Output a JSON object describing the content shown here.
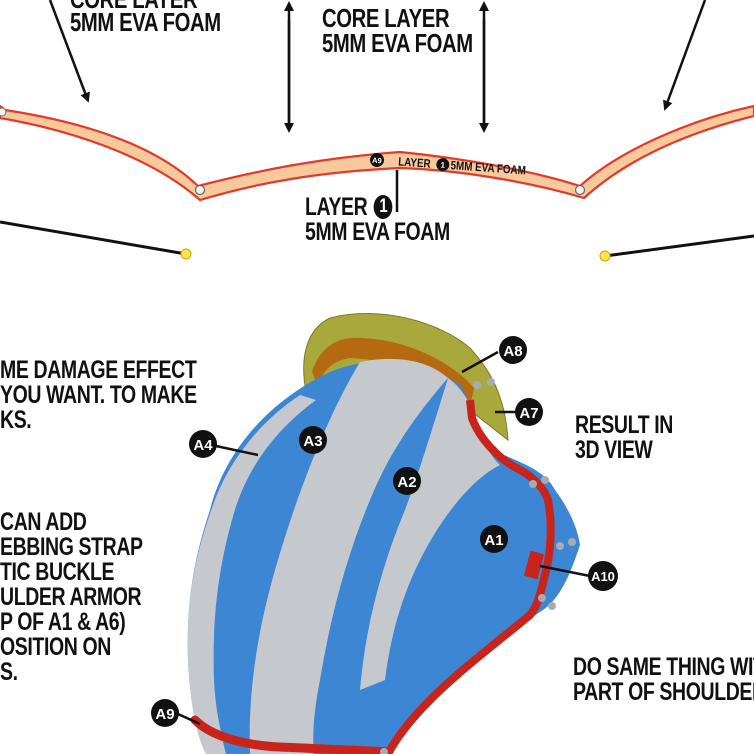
{
  "top_labels": {
    "left_line1": "CORE LAYER",
    "left_line2": "5MM EVA FOAM",
    "center_line1": "CORE LAYER",
    "center_line2": "5MM EVA FOAM"
  },
  "strip_label": {
    "badge": "A9",
    "text_before": "LAYER",
    "number": "1",
    "text_after": "5MM EVA FOAM"
  },
  "layer_label": {
    "line1": "LAYER",
    "number": "1",
    "line2": "5MM EVA FOAM"
  },
  "left_notes": {
    "note1": [
      "ME DAMAGE EFFECT",
      "YOU WANT. TO MAKE",
      "KS."
    ],
    "note2": [
      "CAN ADD",
      "EBBING STRAP",
      "TIC BUCKLE",
      "ULDER ARMOR",
      "P OF A1 & A6)",
      "OSITION ON",
      "S."
    ]
  },
  "right_notes": {
    "result": [
      "RESULT IN",
      "3D VIEW"
    ],
    "same": [
      "DO SAME THING WITH",
      "PART OF SHOULDERS"
    ]
  },
  "badges": [
    "A8",
    "A7",
    "A4",
    "A3",
    "A2",
    "A1",
    "A10",
    "A9"
  ],
  "colors": {
    "strip_fill": "#f8c99c",
    "strip_edge": "#e03a2a",
    "blue": "#3d86d4",
    "grey": "#c5c8cd",
    "olive": "#a8a83c",
    "orange_band": "#b56a12",
    "red_strap": "#c8241c",
    "badge_bg": "#111111"
  }
}
